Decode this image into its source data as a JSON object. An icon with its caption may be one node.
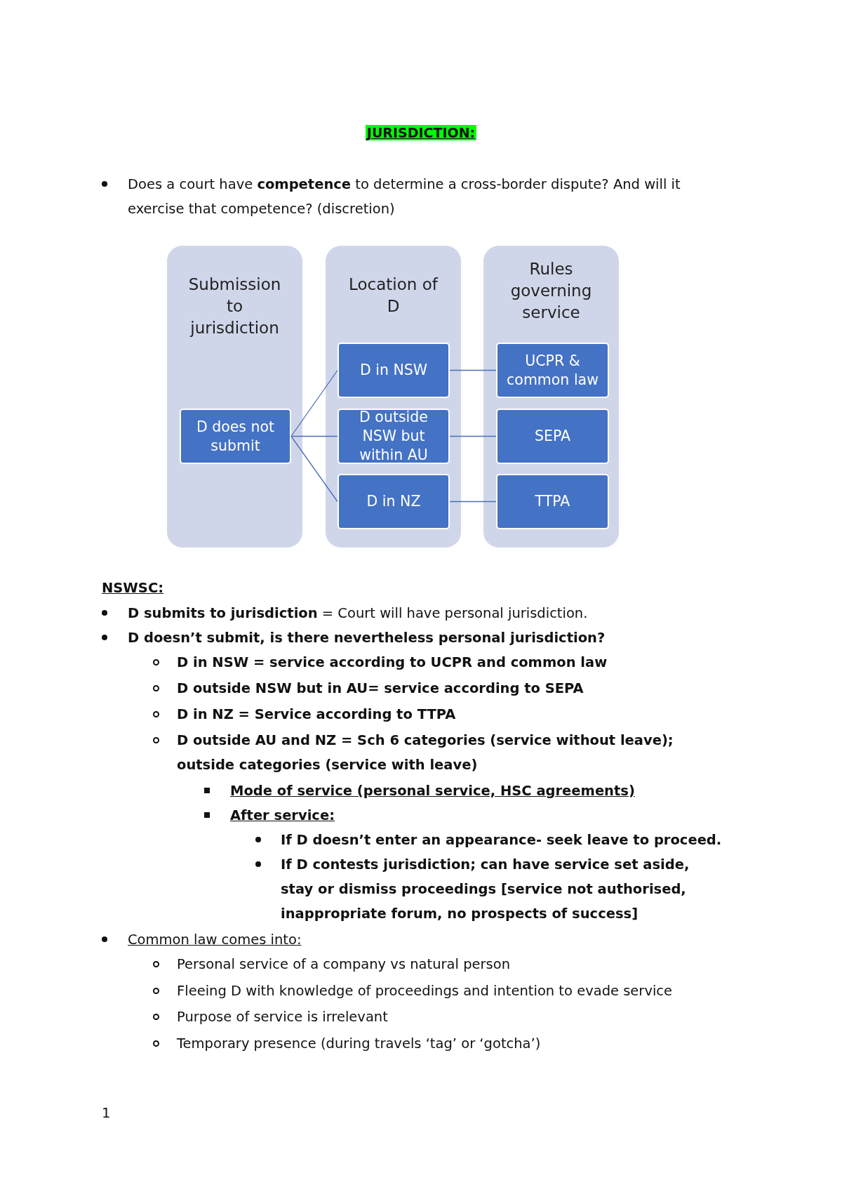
{
  "diagram": {
    "title": "JURISDICTION:",
    "nodes": [
      {
        "text": [
          "Submission to jurisdiction"
        ]
      },
      {
        "text": [
          "D does not submit"
        ],
        "in": 0
      },
      {
        "text": [
          "Location of D"
        ]
      },
      {
        "text": [
          "D in NSW"
        ],
        "in": 2
      },
      {
        "text": [
          "D outside NSW but within AU"
        ],
        "in": 2
      },
      {
        "text": [
          "D in NZ"
        ],
        "in": 2
      },
      {
        "text": [
          "Rules governing service"
        ]
      },
      {
        "text": [
          "UCPR & common law"
        ],
        "in": 6
      },
      {
        "text": [
          "SEPA"
        ],
        "in": 6
      },
      {
        "text": [
          "TTPA"
        ],
        "in": 6
      }
    ],
    "edges": [
      {
        "from": 1,
        "to": 3,
        "arrow": "none"
      },
      {
        "from": 1,
        "to": 4,
        "arrow": "none"
      },
      {
        "from": 1,
        "to": 5,
        "arrow": "none"
      },
      {
        "from": 3,
        "to": 7,
        "arrow": "none"
      },
      {
        "from": 4,
        "to": 8,
        "arrow": "none"
      },
      {
        "from": 5,
        "to": 9,
        "arrow": "none"
      }
    ],
    "labels": [
      "Does a court have **competence** to determine a cross-border dispute? And will it exercise that competence? (discretion)",
      "NSWSC:",
      "**D submits to jurisdiction** = Court will have personal jurisdiction.",
      "D doesn’t submit, is there nevertheless personal jurisdiction?",
      "D in NSW = service according to UCPR and common law",
      "D outside NSW but in AU= service according to SEPA",
      "D in NZ = Service according to TTPA",
      "D outside AU and NZ = Sch 6 categories (service without leave); outside categories (service with leave)",
      "Mode of service (personal service, HSC agreements)",
      "After service:",
      "If D doesn’t enter an appearance- seek leave to proceed.",
      "If D contests jurisdiction; can have service set aside, stay or dismiss proceedings [service not authorised, inappropriate forum, no prospects of success]",
      "Common law comes into:",
      "Personal service of a company vs natural person",
      "Fleeing D with knowledge of proceedings and intention to evade service",
      "Purpose of service is irrelevant",
      "Temporary presence (during travels ‘tag’ or ‘gotcha’)",
      "1"
    ]
  }
}
